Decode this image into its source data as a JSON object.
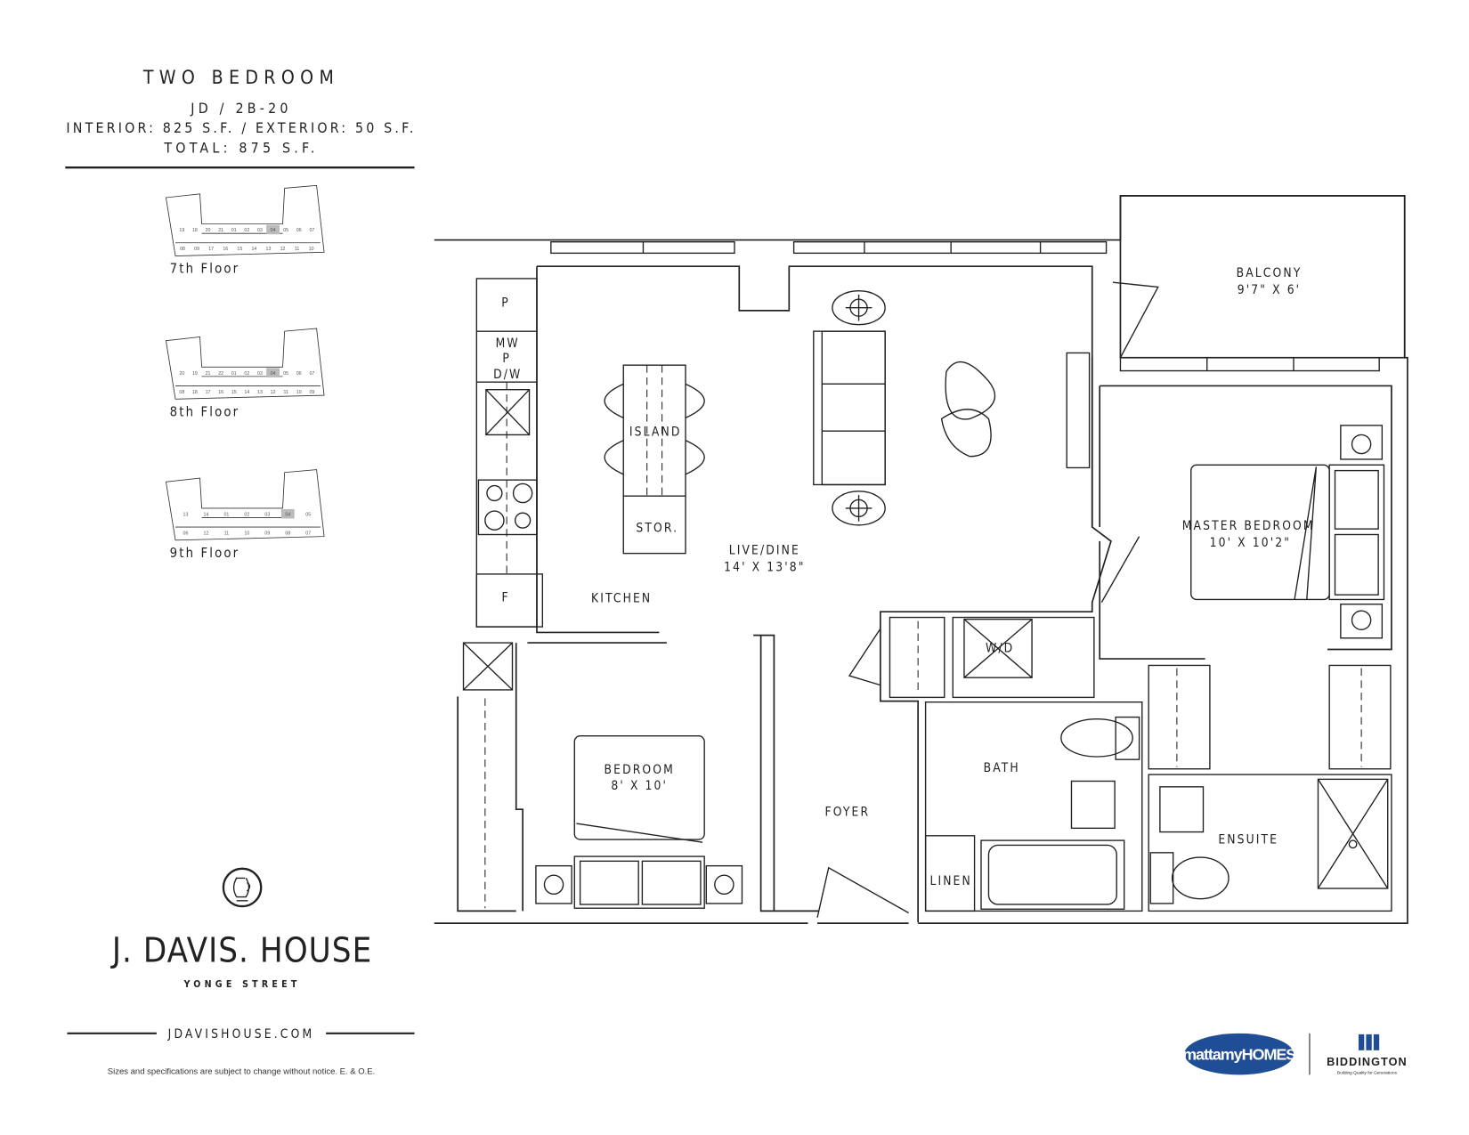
{
  "header": {
    "unit_type": "TWO BEDROOM",
    "model": "JD / 2B-20",
    "areas": "INTERIOR: 825 S.F. / EXTERIOR: 50 S.F.",
    "total": "TOTAL: 875 S.F."
  },
  "key_plans": [
    {
      "label": "7th Floor",
      "units": [
        "19",
        "18",
        "20",
        "21",
        "01",
        "02",
        "03",
        "04",
        "05",
        "06",
        "07",
        "08",
        "09",
        "17",
        "16",
        "15",
        "14",
        "13",
        "12",
        "11",
        "10"
      ],
      "highlight": "04"
    },
    {
      "label": "8th Floor",
      "units": [
        "20",
        "19",
        "21",
        "22",
        "01",
        "02",
        "03",
        "04",
        "05",
        "06",
        "07",
        "08",
        "18",
        "17",
        "16",
        "15",
        "14",
        "13",
        "12",
        "11",
        "10",
        "09"
      ],
      "highlight": "04"
    },
    {
      "label": "9th Floor",
      "units": [
        "13",
        "14",
        "01",
        "02",
        "03",
        "04",
        "05",
        "06",
        "12",
        "11",
        "10",
        "09",
        "08",
        "07"
      ],
      "highlight": "04"
    }
  ],
  "branding": {
    "name": "J. DAVIS. HOUSE",
    "subtitle": "YONGE STREET",
    "website": "JDAVISHOUSE.COM",
    "disclaimer": "Sizes and specifications are subject to change without notice.  E. & O.E.",
    "builder1": "mattamyHOMES",
    "builder2": "BIDDINGTON",
    "builder2_tagline": "Building Quality for Generations",
    "builder_color": "#1f4e96"
  },
  "plan": {
    "balcony": "BALCONY",
    "balcony_size": "9'7\" X 6'",
    "pantry": "P",
    "mw": "MW",
    "mw_p": "P",
    "dw": "D/W",
    "fridge": "F",
    "island": "ISLAND",
    "storage": "STOR.",
    "kitchen": "KITCHEN",
    "live_dine": "LIVE/DINE",
    "live_dine_size": "14' X 13'8\"",
    "master": "MASTER BEDROOM",
    "master_size": "10' X 10'2\"",
    "wd": "W/D",
    "bath": "BATH",
    "ensuite": "ENSUITE",
    "bedroom": "BEDROOM",
    "bedroom_size": "8' X 10'",
    "foyer": "FOYER",
    "linen": "LINEN"
  }
}
